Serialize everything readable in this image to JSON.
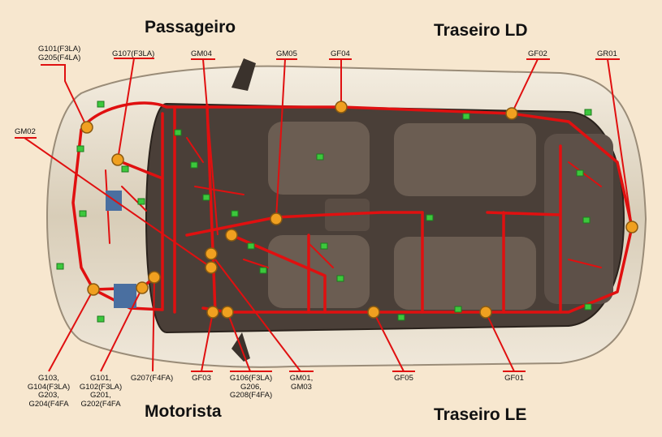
{
  "regions": {
    "front_right": "Passageiro",
    "rear_right": "Traseiro LD",
    "front_left": "Motorista",
    "rear_left": "Traseiro LE"
  },
  "labels": {
    "g101_f3la": "G101(F3LA)\nG205(F4LA)",
    "g107": "G107(F3LA)",
    "gm04": "GM04",
    "gm05": "GM05",
    "gf04": "GF04",
    "gf02": "GF02",
    "gr01": "GR01",
    "gm02": "GM02",
    "g103": "G103,\nG104(F3LA)\nG203,\nG204(F4FA",
    "g101_g102": "G101,\nG102(F3LA)\nG201,\nG202(F4FA",
    "g207": "G207(F4FA)",
    "gf03": "GF03",
    "g106": "G106(F3LA)\nG206,\nG208(F4FA)",
    "gm01": "GM01,\nGM03",
    "gf05": "GF05",
    "gf01": "GF01"
  },
  "colors": {
    "background": "#f7e7cf",
    "harness": "#e01010",
    "ground_point": "#f0a020",
    "connector": "#3cc83c",
    "car_body": "#e6dccb",
    "interior": "#4a3f38"
  }
}
